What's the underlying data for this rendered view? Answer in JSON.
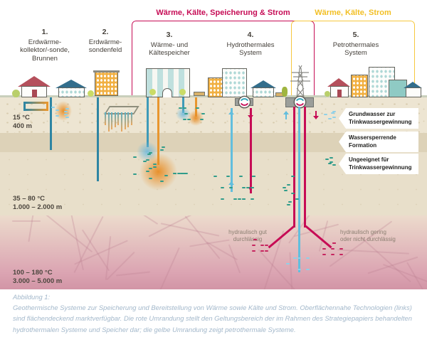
{
  "headers": {
    "red": "Wärme, Kälte, Speicherung & Strom",
    "yellow": "Wärme, Kälte, Strom"
  },
  "systems": [
    {
      "num": "1.",
      "lines": [
        "Erdwärme-",
        "kollektor/-sonde,",
        "Brunnen"
      ]
    },
    {
      "num": "2.",
      "lines": [
        "Erdwärme-",
        "sondenfeld",
        ""
      ]
    },
    {
      "num": "3.",
      "lines": [
        "Wärme- und",
        "Kältespeicher",
        ""
      ]
    },
    {
      "num": "4.",
      "lines": [
        "Hydrothermales",
        "System",
        ""
      ]
    },
    {
      "num": "5.",
      "lines": [
        "Petrothermales",
        "System",
        ""
      ]
    }
  ],
  "depth_labels": [
    {
      "temp": "15 °C",
      "depth": "400 m"
    },
    {
      "temp": "35 – 80 °C",
      "depth": "1.000 – 2.000 m"
    },
    {
      "temp": "100 – 180 °C",
      "depth": "3.000 – 5.000 m"
    }
  ],
  "legend": [
    {
      "lines": [
        "Grundwasser zur",
        "Trinkwassergewinnung"
      ]
    },
    {
      "lines": [
        "Wassersperrende",
        "Formation"
      ]
    },
    {
      "lines": [
        "Ungeeignet für",
        "Trinkwassergewinnung"
      ]
    }
  ],
  "annotations": {
    "left": [
      "hydraulisch gut",
      "durchlässig"
    ],
    "right": [
      "hydraulisch gering",
      "oder nicht durchlässig"
    ]
  },
  "caption": {
    "label": "Abbildung 1:",
    "text": "Geothermische Systeme zur Speicherung und Bereitstellung von Wärme sowie Kälte und Strom. Oberflächennahe Technologien (links) sind flächendeckend marktverfügbar. Die rote Umrandung stellt den Geltungsbereich der im Rahmen des Strategiepapiers behandelten hydrothermalen Systeme und Speicher dar; die gelbe Umrandung zeigt petrothermale Systeme."
  },
  "colors": {
    "accent_red": "#c60c55",
    "accent_yellow": "#f2bf24",
    "warm_orange": "#e8962e",
    "cold_blue": "#2e85a3",
    "production_blue": "#62bedd",
    "groundwater_blue": "#8fd0e8",
    "unsuitable_teal": "#2f9c8a"
  }
}
